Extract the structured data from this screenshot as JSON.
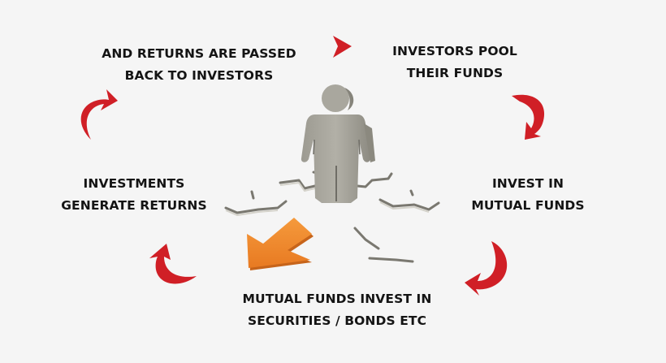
{
  "diagram": {
    "type": "cycle",
    "background": "#f5f5f5",
    "arrow_color": "#d01f26",
    "accent_arrow_color": "#f08a2c",
    "figure_color": "#a8a69d",
    "steps": [
      {
        "id": "pool",
        "line1": "INVESTORS POOL",
        "line2": "THEIR FUNDS"
      },
      {
        "id": "invest",
        "line1": "INVEST IN",
        "line2": "MUTUAL FUNDS"
      },
      {
        "id": "securities",
        "line1": "MUTUAL FUNDS INVEST IN",
        "line2": "SECURITIES / BONDS ETC"
      },
      {
        "id": "generate",
        "line1": "INVESTMENTS",
        "line2": "GENERATE RETURNS"
      },
      {
        "id": "returns",
        "line1": "AND RETURNS ARE PASSED",
        "line2": "BACK TO INVESTORS"
      }
    ],
    "icons": {
      "center": "person-standing-on-cracked-ground-icon",
      "accent": "orange-down-left-arrow-icon",
      "connectors": "red-curved-arrow-icon"
    }
  }
}
